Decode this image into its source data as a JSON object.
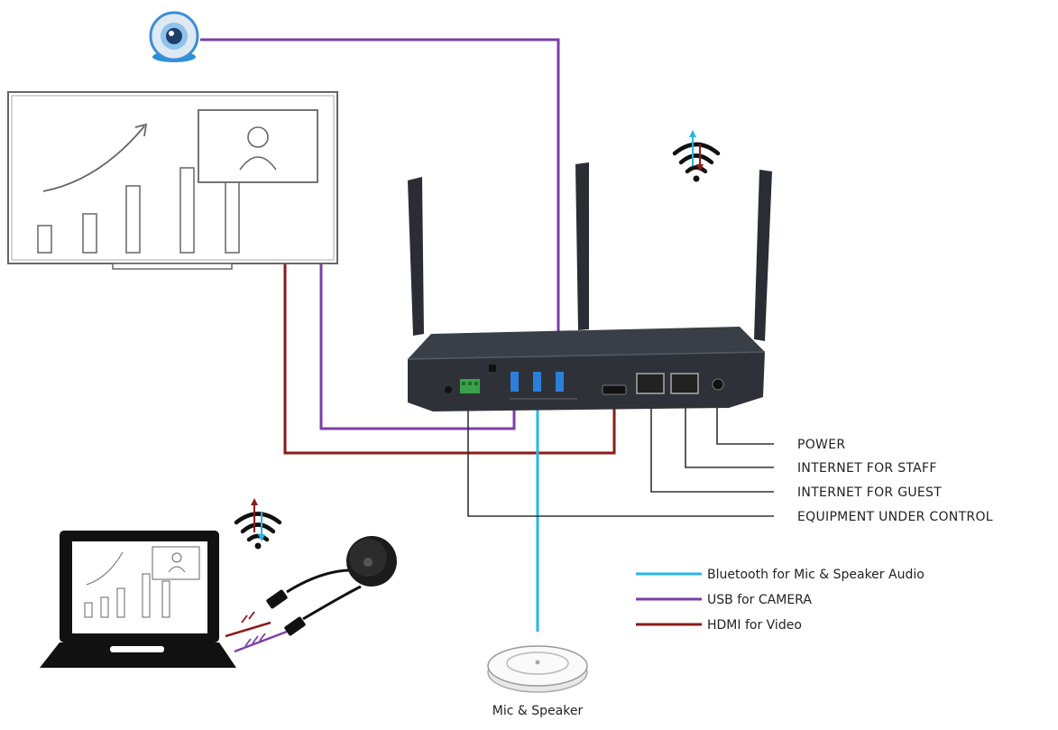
{
  "labels": {
    "power": "POWER",
    "internet_staff": "INTERNET FOR STAFF",
    "internet_guest": "INTERNET FOR GUEST",
    "equipment": "EQUIPMENT UNDER CONTROL",
    "mic_speaker": "Mic & Speaker"
  },
  "legend": [
    {
      "label": "Bluetooth for Mic & Speaker Audio",
      "color": "#29b6e6"
    },
    {
      "label": "USB for CAMERA",
      "color": "#7b3fa8"
    },
    {
      "label": "HDMI for Video",
      "color": "#8b1a1a"
    }
  ],
  "colors": {
    "bluetooth": "#29b6e6",
    "usb": "#7b3fa8",
    "hdmi": "#8b1a1a",
    "connector": "#333333",
    "device": "#2e3238"
  },
  "icons": [
    "webcam-icon",
    "display-icon",
    "router-icon",
    "wifi-icon",
    "laptop-icon",
    "wireless-button-icon",
    "speakerphone-icon"
  ]
}
